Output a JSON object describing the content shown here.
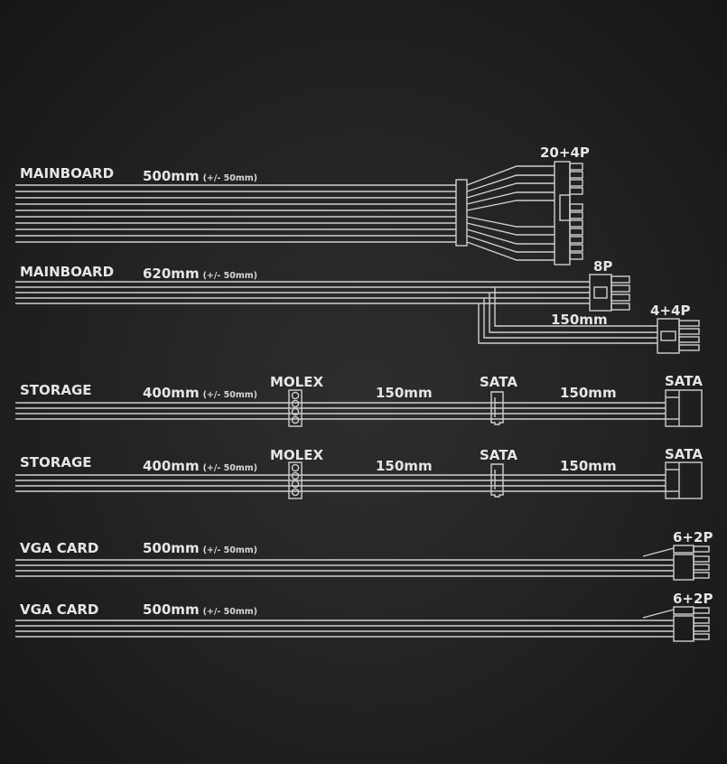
{
  "colors": {
    "background": "#242424",
    "line": "#cfcfcf",
    "text": "#e6e6e6"
  },
  "cables": [
    {
      "label": "MAINBOARD",
      "length": "500mm",
      "tolerance": "(+/- 50mm)",
      "connector": "20+4P"
    },
    {
      "label": "MAINBOARD",
      "length": "620mm",
      "tolerance": "(+/- 50mm)",
      "connector": "8P",
      "branch_length": "150mm",
      "branch_connector": "4+4P"
    },
    {
      "label": "STORAGE",
      "length": "400mm",
      "tolerance": "(+/- 50mm)",
      "connector_1": "MOLEX",
      "segment_1": "150mm",
      "connector_2": "SATA",
      "segment_2": "150mm",
      "connector_3": "SATA"
    },
    {
      "label": "STORAGE",
      "length": "400mm",
      "tolerance": "(+/- 50mm)",
      "connector_1": "MOLEX",
      "segment_1": "150mm",
      "connector_2": "SATA",
      "segment_2": "150mm",
      "connector_3": "SATA"
    },
    {
      "label": "VGA CARD",
      "length": "500mm",
      "tolerance": "(+/- 50mm)",
      "connector": "6+2P"
    },
    {
      "label": "VGA CARD",
      "length": "500mm",
      "tolerance": "(+/- 50mm)",
      "connector": "6+2P"
    }
  ]
}
